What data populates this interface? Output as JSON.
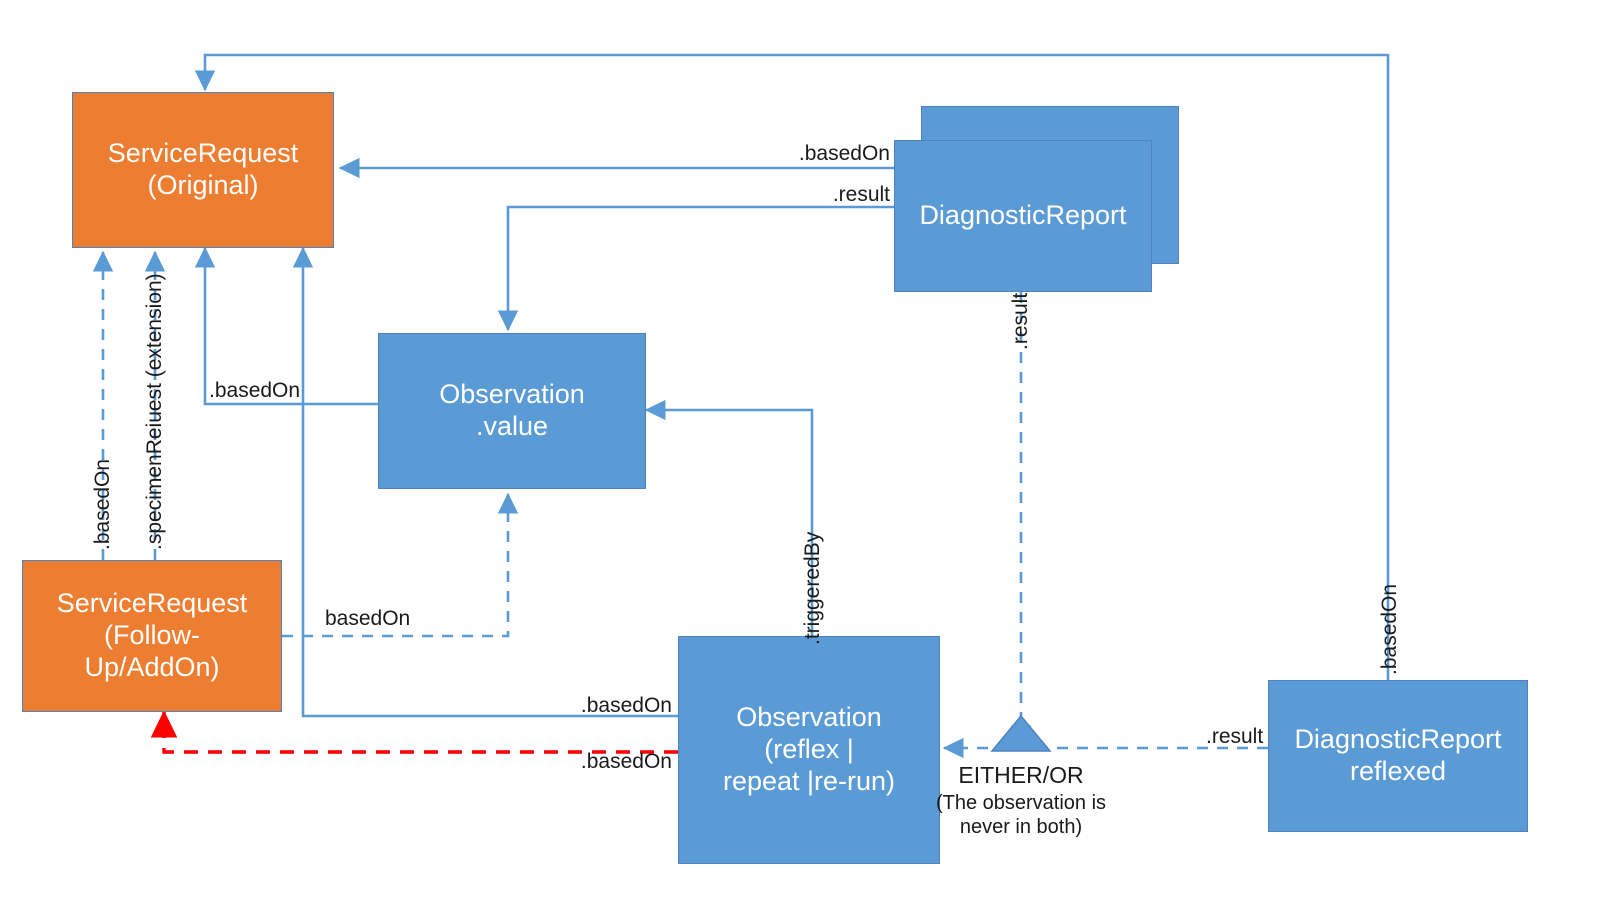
{
  "diagram": {
    "title": "FHIR ServiceRequest / Observation / DiagnosticReport relationship diagram",
    "colors": {
      "orange_fill": "#ED7D31",
      "blue_fill": "#5B9BD5",
      "border": "#4E81BD",
      "connector_blue": "#5B9BD5",
      "connector_red": "#FF0000",
      "text_on_shape": "#FFFFFF",
      "label_text": "#1A1A1A",
      "background": "#FFFFFF"
    },
    "nodes": [
      {
        "id": "service_request_original",
        "label": "ServiceRequest\n(Original)",
        "type": "orange-box"
      },
      {
        "id": "service_request_followup",
        "label": "ServiceRequest\n(Follow-\nUp/AddOn)",
        "type": "orange-box"
      },
      {
        "id": "diagnostic_report_back",
        "label": "",
        "type": "blue-box"
      },
      {
        "id": "diagnostic_report",
        "label": "DiagnosticReport",
        "type": "blue-box"
      },
      {
        "id": "observation_value",
        "label": "Observation\n.value",
        "type": "blue-box"
      },
      {
        "id": "observation_reflex",
        "label": "Observation\n(reflex |\nrepeat |re-run)",
        "type": "blue-box"
      },
      {
        "id": "diagnostic_report_reflexed",
        "label": "DiagnosticReport\nreflexed",
        "type": "blue-box"
      }
    ],
    "edge_labels": [
      {
        "id": "dr-basedon",
        "text": ".basedOn"
      },
      {
        "id": "dr-result",
        "text": ".result"
      },
      {
        "id": "dr-result-vertical",
        "text": ".result"
      },
      {
        "id": "obs-value-basedon",
        "text": ".basedOn"
      },
      {
        "id": "followup-basedon-vertical",
        "text": ".basedOn"
      },
      {
        "id": "followup-specimenrequest",
        "text": ".specimenReiuest (extension)"
      },
      {
        "id": "followup-basedon-dashed",
        "text": "basedOn"
      },
      {
        "id": "obs-reflex-basedon",
        "text": ".basedOn"
      },
      {
        "id": "obs-reflex-basedon-red",
        "text": ".basedOn"
      },
      {
        "id": "obs-triggeredby",
        "text": ".triggeredBy"
      },
      {
        "id": "reflexed-result",
        "text": ".result"
      },
      {
        "id": "reflexed-basedon-vertical",
        "text": ".basedOn"
      }
    ],
    "annotations": {
      "either_or_title": "EITHER/OR",
      "either_or_note_line1": "(The observation is",
      "either_or_note_line2": "never in both)"
    }
  }
}
